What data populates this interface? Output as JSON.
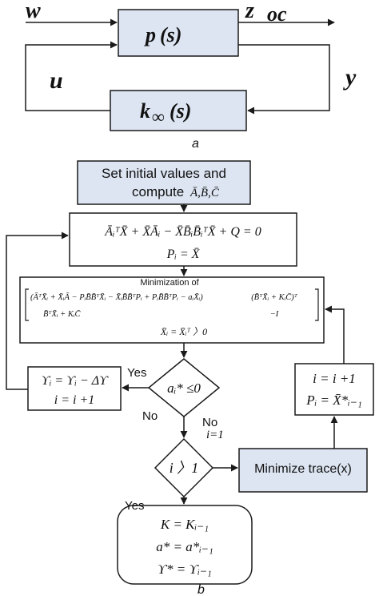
{
  "colors": {
    "block_fill": "#dde5f2",
    "stroke": "#1a1a1a",
    "text": "#111111"
  },
  "diagram_a": {
    "caption": "a",
    "signals": {
      "w": "w",
      "z": "z",
      "z_sub": "oc",
      "u": "u",
      "y": "y"
    },
    "plant": {
      "name": "p",
      "arg": "(s)"
    },
    "controller": {
      "name": "k",
      "sub": "∞",
      "arg": "(s)"
    }
  },
  "diagram_b": {
    "caption": "b",
    "init": {
      "line1": "Set initial values and",
      "line2": "compute",
      "math": "Ā,B̄,C̄"
    },
    "riccati": {
      "eq": "ĀᵢᵀX̄ + X̄Āᵢ − X̄B̄ᵢB̄ᵢᵀX̄ + Q = 0",
      "assign": "Pᵢ = X̄"
    },
    "lmi": {
      "title": "Minimization of",
      "m11": "(ĀᵀX̄ᵢ + X̄ᵢĀ − PᵢB̄B̄ᵀX̄ᵢ − X̄ᵢB̄B̄ᵀPᵢ + PᵢB̄B̄ᵀPᵢ − aᵢX̄ᵢ)",
      "m12": "(B̄ᵀX̄ᵢ + KᵢC̄)ᵀ",
      "m21": "B̄ᵀX̄ᵢ + KᵢC̄",
      "m22": "−I",
      "constraint": "X̄ᵢ = X̄ᵢᵀ 〉0"
    },
    "decision1": "aᵢ* ≤0",
    "decision2": "i 〉1",
    "update_left": {
      "line1": "ϒᵢ = ϒᵢ − Δϒ",
      "line2": "i = i +1"
    },
    "update_right": {
      "line1": "i = i +1",
      "line2": "Pᵢ = X̄*ᵢ₋₁"
    },
    "minimize_trace": "Minimize trace(x)",
    "final": {
      "line1": "K = Kᵢ₋₁",
      "line2": "a* = a*ᵢ₋₁",
      "line3": "ϒ* = ϒᵢ₋₁"
    },
    "labels": {
      "yes1": "Yes",
      "no1": "No",
      "no2": "No",
      "i_eq_1": "i=1",
      "yes2": "Yes"
    }
  }
}
